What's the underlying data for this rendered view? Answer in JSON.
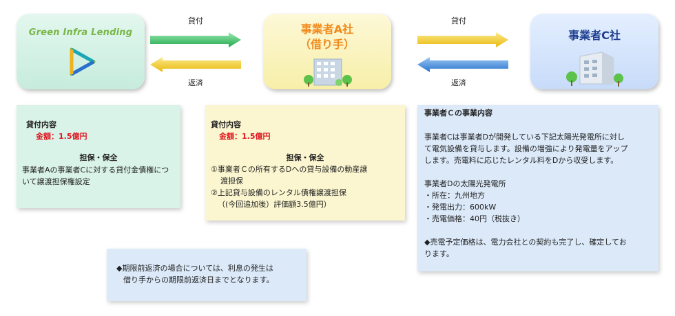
{
  "nodes": {
    "lender": {
      "title": "Green Infra Lending"
    },
    "borrower": {
      "title_line1": "事業者A社",
      "title_line2": "（借り手）"
    },
    "operator": {
      "title": "事業者C社"
    }
  },
  "arrows": {
    "left_loan": "貸付",
    "left_repay": "返済",
    "right_loan": "貸付",
    "right_repay": "返済"
  },
  "lender_box": {
    "heading": "貸付内容",
    "amount": "金額：1.5億円",
    "security_heading": "担保・保全",
    "security_text": "事業者Aの事業者Cに対する貸付金債権について譲渡担保権設定"
  },
  "borrower_box": {
    "heading": "貸付内容",
    "amount": "金額：1.5億円",
    "security_heading": "担保・保全",
    "item1_line1": "①事業者Ｃの所有するDへの貸与設備の動産譲",
    "item1_line2": "渡担保",
    "item2_line1": "②上記貸与設備のレンタル債権譲渡担保",
    "item2_line2": "（(今回追加後）評価額3.5億円）"
  },
  "operator_box": {
    "heading": "事業者Ｃの事業内容",
    "desc_line1": "事業者Cは事業者Dが開発している下記太陽光発電所に対し",
    "desc_line2": "て電気設備を貸与します。設備の増強により発電量をアップ",
    "desc_line3": "します。売電料に応じたレンタル料をDから収受します。",
    "plant_heading": "事業者Dの太陽光発電所",
    "location": "・所在：九州地方",
    "output": "・発電出力：600kW",
    "price": "・売電価格：40円（税抜き）",
    "note_line1": "◆売電予定価格は、電力会社との契約も完了し、確定してお",
    "note_line2": "ります。"
  },
  "note_box": {
    "line1": "◆期限前返済の場合については、利息の発生は",
    "line2": "借り手からの期限前返済日までとなります。"
  },
  "colors": {
    "loan_arrow": "#2ebd5e",
    "repay_arrow": "#f2c318",
    "right_loan_arrow": "#f2c318",
    "right_repay_arrow": "#3a86d9"
  }
}
